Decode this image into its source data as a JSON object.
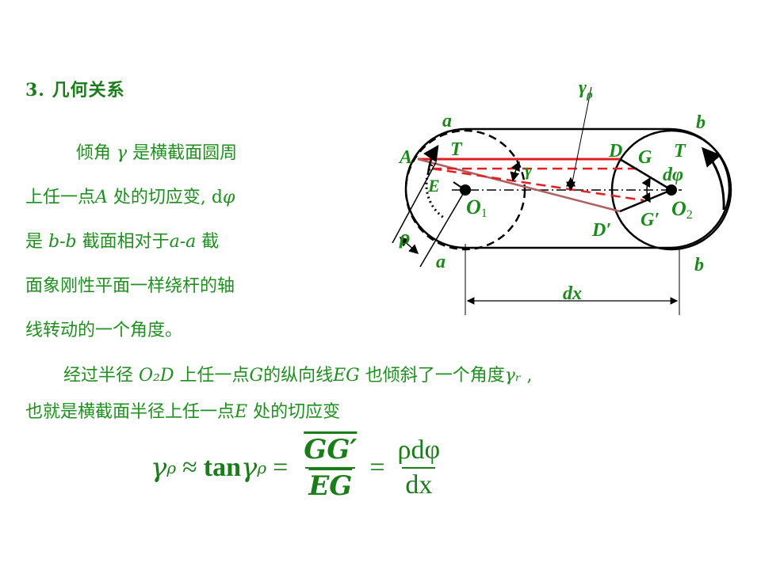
{
  "heading": "3. 几何关系",
  "paragraph1": {
    "lines": [
      {
        "parts": [
          "倾角 ",
          "γ",
          " 是横截面圆周"
        ]
      },
      {
        "parts": [
          "上任一点",
          "A",
          " 处的切应变, d",
          "φ"
        ]
      },
      {
        "parts": [
          "是 ",
          "b-b",
          " 截面相对于",
          "a-a",
          " 截"
        ]
      },
      {
        "parts": [
          "面象刚性平面一样绕杆的轴"
        ]
      },
      {
        "parts": [
          "线转动的一个角度。"
        ]
      }
    ]
  },
  "paragraph2": {
    "line1": {
      "parts": [
        "经过半径 ",
        "O₂D",
        " 上任一点",
        "G",
        "的纵向线",
        "EG",
        " 也倾斜了一个角度",
        "γᵣ",
        " ,"
      ]
    },
    "line2": {
      "parts": [
        "也就是横截面半径上任一点",
        "E",
        " 处的切应变"
      ]
    }
  },
  "formula": {
    "lhs": "γ",
    "lhs_sub": "ρ",
    "approx": "≈",
    "tan": "tan",
    "tan_arg": "γ",
    "tan_sub": "ρ",
    "eq1": "=",
    "frac1_num": "GG′",
    "frac1_den": "EG",
    "eq2": "=",
    "frac2_num": "ρdφ",
    "frac2_den": "dx"
  },
  "diagram": {
    "labels": {
      "gamma_rho": "γ",
      "gamma_rho_sub": "ρ",
      "a_top": "a",
      "a_bottom": "a",
      "b_top": "b",
      "b_bottom": "b",
      "A": "A",
      "T_left": "T",
      "E": "E",
      "gamma": "γ",
      "O1": "O",
      "O1_sub": "1",
      "rho": "ρ",
      "D": "D",
      "G": "G",
      "T_right": "T",
      "dphi": "dφ",
      "O2": "O",
      "O2_sub": "2",
      "Gprime": "G′",
      "Dprime": "D′",
      "dx": "dx"
    },
    "colors": {
      "red": "#e02020",
      "dark_red": "#b06060",
      "black": "#000000",
      "label_green": "#1a8a1a"
    }
  }
}
